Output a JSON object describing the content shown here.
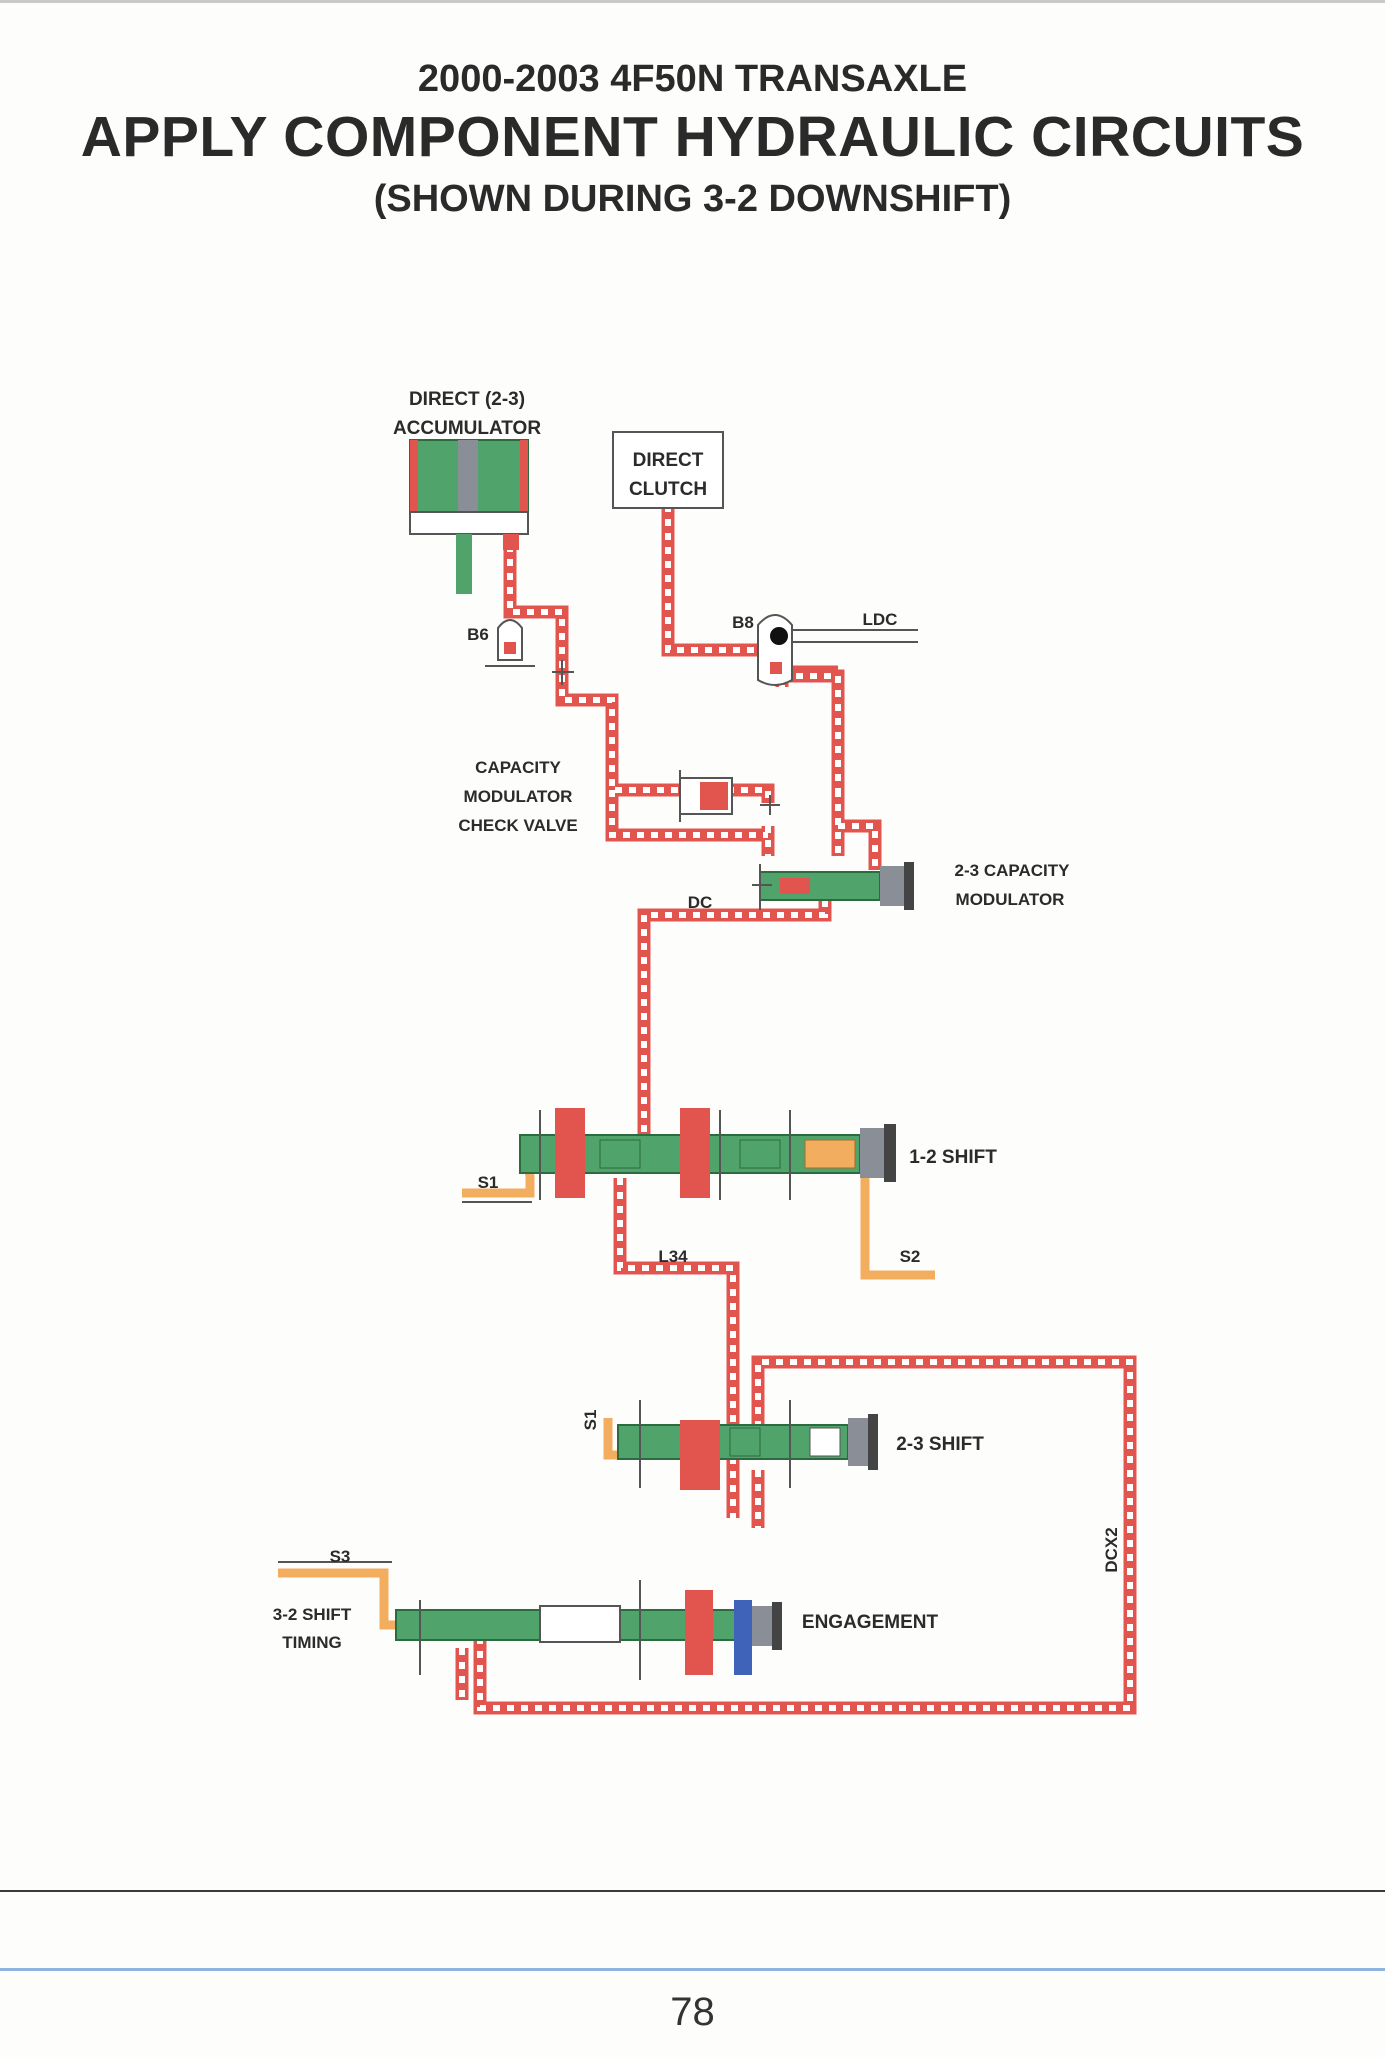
{
  "header": {
    "line1": "2000-2003 4F50N TRANSAXLE",
    "line2": "APPLY COMPONENT HYDRAULIC CIRCUITS",
    "line3": "(SHOWN DURING 3-2 DOWNSHIFT)"
  },
  "labels": {
    "accumulator_l1": "DIRECT (2-3)",
    "accumulator_l2": "ACCUMULATOR",
    "direct_clutch_l1": "DIRECT",
    "direct_clutch_l2": "CLUTCH",
    "b6": "B6",
    "b8": "B8",
    "ldc": "LDC",
    "cap_check_l1": "CAPACITY",
    "cap_check_l2": "MODULATOR",
    "cap_check_l3": "CHECK VALVE",
    "cap_mod_l1": "2-3 CAPACITY",
    "cap_mod_l2": "MODULATOR",
    "dc": "DC",
    "s1": "S1",
    "shift12": "1-2 SHIFT",
    "s2": "S2",
    "l34": "L34",
    "s1_vertical": "S1",
    "shift23": "2-3 SHIFT",
    "dcx2": "DCX2",
    "s3": "S3",
    "timing_l1": "3-2 SHIFT",
    "timing_l2": "TIMING",
    "engagement": "ENGAGEMENT"
  },
  "colors": {
    "valve_green": "#4fa36b",
    "pressure_red": "#e2554e",
    "signal_orange": "#f2ad5e",
    "spring_gray": "#8a8f97",
    "engagement_blue": "#3f63b8"
  },
  "footer": {
    "page_number": "78"
  }
}
